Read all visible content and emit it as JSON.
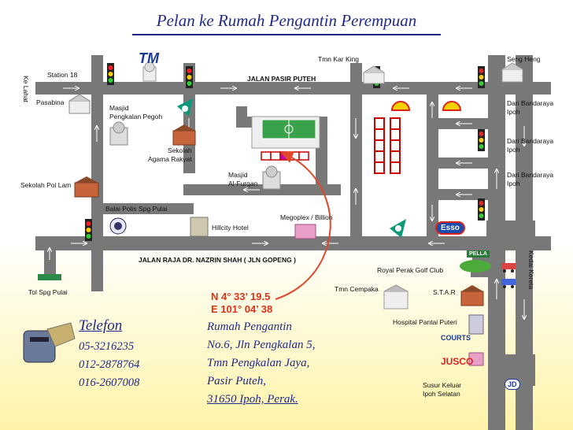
{
  "title": "Pelan ke Rumah Pengantin Perempuan",
  "roads": {
    "pasir_puteh": "JALAN PASIR PUTEH",
    "raja_nazrin": "JALAN RAJA DR. NAZRIN SHAH ( JLN GOPENG )",
    "ke_lahat": "Ke Lahat",
    "kedai_kereta": "Kedai Kereta"
  },
  "places": {
    "station18": "Station 18",
    "pasabina": "Pasabina",
    "masjid_pegoh": "Masjid\nPengkalan Pegoh",
    "sekolah_agama": "Sekolah\nAgama Rakyat",
    "sekolah_poi_lam": "Sekolah Poi Lam",
    "balai_polis": "Balai Polis Spg Pulai",
    "masjid_furqan": "Masjid\nAl-Furqan",
    "hillcity": "Hillcity Hotel",
    "megoplex": "Megoplex / Billion",
    "tmn_kar_king": "Tmn Kar King",
    "seng_heng": "Seng Heng",
    "dari_ipoh_1": "Dari Bandaraya\nIpoh",
    "dari_ipoh_2": "Dari Bandaraya\nIpoh",
    "dari_ipoh_3": "Dari Bandaraya\nIpoh",
    "royal_perak": "Royal Perak Golf Club",
    "tmn_cempaka": "Tmn Cempaka",
    "star": "S.T.A.R",
    "hospital": "Hospital Pantai Puteri",
    "tol_spg_pulai": "Tol Spg Pulai",
    "susur_keluar": "Susur Keluar\nIpoh Selatan"
  },
  "logos": {
    "tm": "TM",
    "esso": "Esso",
    "courts": "COURTS",
    "jusco": "JUSCO",
    "jd": "JD",
    "pella": "PELLA"
  },
  "coordinates": {
    "lat": "N 4° 33’ 19.5",
    "lon": "E 101° 04’ 38"
  },
  "telefon": {
    "label": "Telefon",
    "numbers": [
      "05-3216235",
      "012-2878764",
      "016-2607008"
    ]
  },
  "address": {
    "line1": "Rumah Pengantin",
    "line2": "No.6, Jln Pengkalan 5,",
    "line3": "Tmn Pengkalan Jaya,",
    "line4": "Pasir Puteh,",
    "line5": "31650 Ipoh, Perak."
  },
  "colors": {
    "road": "#787878",
    "title": "#1e2a8a",
    "route": "#e0482a",
    "coords": "#e0321a",
    "house_outline": "#cc0000"
  }
}
